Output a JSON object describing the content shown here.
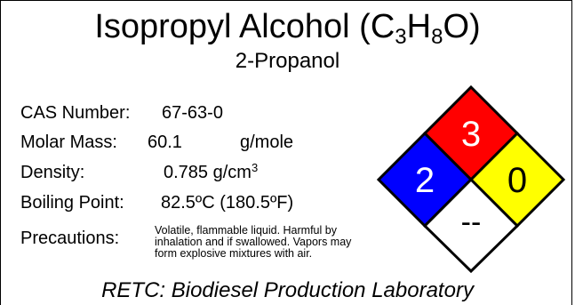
{
  "chemical": {
    "name": "Isopropyl Alcohol",
    "formula": {
      "open": "(C",
      "c": "3",
      "h_letter": "H",
      "h": "8",
      "close": "O)"
    },
    "alt_name": "2-Propanol"
  },
  "properties": {
    "cas": {
      "label": "CAS Number:",
      "value": "67-63-0"
    },
    "molar_mass": {
      "label": "Molar Mass:",
      "value": "60.1",
      "unit": "g/mole"
    },
    "density": {
      "label": "Density:",
      "value": "0.785",
      "unit": "g/cm",
      "unit_exp": "3"
    },
    "boiling_point": {
      "label": "Boiling Point:",
      "value": "82.5ºC (180.5ºF)"
    },
    "precautions": {
      "label": "Precautions:",
      "lines": [
        "Volatile, flammable liquid. Harmful by",
        "inhalation and if swallowed. Vapors may",
        "form explosive mixtures with air."
      ]
    }
  },
  "nfpa": {
    "flammability": {
      "value": "3",
      "color": "#ff0000"
    },
    "health": {
      "value": "2",
      "color": "#0000ff"
    },
    "reactivity": {
      "value": "0",
      "color": "#ffff00"
    },
    "special": {
      "value": "--",
      "color": "#ffffff"
    }
  },
  "footer": "RETC: Biodiesel Production Laboratory"
}
